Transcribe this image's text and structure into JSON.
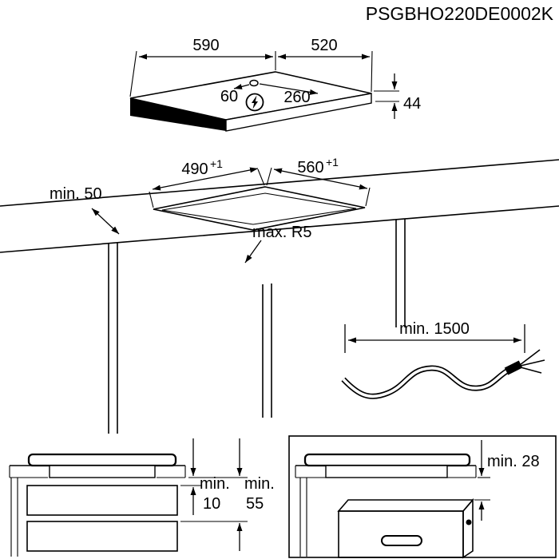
{
  "title": "PSGBHO220DE0002K",
  "colors": {
    "line": "#000000",
    "background": "#ffffff"
  },
  "hob": {
    "width": "590",
    "depth": "520",
    "coil_offset": "60",
    "coil_distance": "260",
    "height": "44"
  },
  "cutout": {
    "front_clearance": "min. 50",
    "depth": "490",
    "depth_tolerance": "+1",
    "width": "560",
    "width_tolerance": "+1",
    "corner_radius": "max. R5"
  },
  "cable": {
    "min_length": "min. 1500"
  },
  "drawer_clearance": {
    "gap1_prefix": "min.",
    "gap1_value": "10",
    "gap2_prefix": "min.",
    "gap2_value": "55"
  },
  "oven_clearance": {
    "gap": "min. 28"
  }
}
